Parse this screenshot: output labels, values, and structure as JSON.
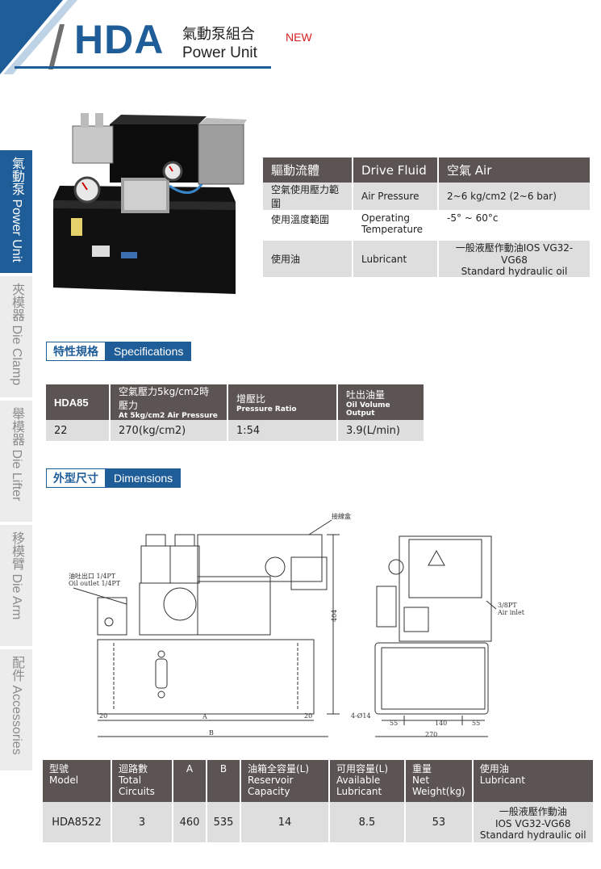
{
  "header": {
    "code": "HDA",
    "title_zh": "氣動泵組合",
    "title_en": "Power Unit",
    "badge": "NEW",
    "accent_color": "#1f5d99",
    "badge_color": "#d62020"
  },
  "side_tabs": [
    {
      "label": "氣動泵 Power Unit",
      "active": true
    },
    {
      "label": "夾模器 Die Clamp",
      "active": false
    },
    {
      "label": "舉模器 Die Lifter",
      "active": false
    },
    {
      "label": "移模臂 Die Arm",
      "active": false
    },
    {
      "label": "配件 Accessories",
      "active": false
    }
  ],
  "fluid_table": {
    "header": [
      "驅動流體",
      "Drive Fluid",
      "空氣 Air"
    ],
    "rows": [
      {
        "zh": "空氣使用壓力範圍",
        "en": "Air Pressure",
        "value": "2~6 kg/cm2 (2~6 bar)"
      },
      {
        "zh": "使用溫度範圍",
        "en_1": "Operating",
        "en_2": "Temperature",
        "value": "-5° ~ 60°c"
      },
      {
        "zh": "使用油",
        "en": "Lubricant",
        "value_1": "一般液壓作動油IOS VG32-VG68",
        "value_2": "Standard hydraulic oil"
      }
    ]
  },
  "spec_section": {
    "zh": "特性規格",
    "en": "Specifications"
  },
  "spec_table": {
    "h1": "HDA85",
    "h2_zh": "空氣壓力5kg/cm2時壓力",
    "h2_en": "At 5kg/cm2 Air Pressure",
    "h3_zh": "增壓比",
    "h3_en": "Pressure Ratio",
    "h4_zh": "吐出油量",
    "h4_en": "Oil Volume Output",
    "values": [
      "22",
      "270(kg/cm2)",
      "1:54",
      "3.9(L/min)"
    ]
  },
  "dim_section": {
    "zh": "外型尺寸",
    "en": "Dimensions"
  },
  "drawing": {
    "junction_box": "接線盒",
    "oil_outlet_zh": "油吐出口 1/4PT",
    "oil_outlet_en": "Oil outlet 1/4PT",
    "height": "404",
    "left_margin": "20",
    "label_a": "A",
    "right_margin": "20",
    "label_b": "B",
    "holes": "4-Ø14",
    "air_inlet_size": "3/8PT",
    "air_inlet": "Air inlet",
    "dim_55a": "55",
    "dim_140": "140",
    "dim_55b": "55",
    "dim_270": "270"
  },
  "model_table": {
    "headers": [
      {
        "l1": "型號",
        "l2": "Model",
        "l3": ""
      },
      {
        "l1": "迴路數",
        "l2": "Total",
        "l3": "Circuits"
      },
      {
        "l1": "A",
        "l2": "",
        "l3": ""
      },
      {
        "l1": "B",
        "l2": "",
        "l3": ""
      },
      {
        "l1": "油箱全容量(L)",
        "l2": "Reservoir",
        "l3": "Capacity"
      },
      {
        "l1": "可用容量(L)",
        "l2": "Available",
        "l3": "Lubricant"
      },
      {
        "l1": "重量",
        "l2": "Net",
        "l3": "Weight(kg)"
      },
      {
        "l1": "使用油",
        "l2": "Lubricant",
        "l3": ""
      }
    ],
    "row": {
      "model": "HDA8522",
      "circuits": "3",
      "a": "460",
      "b": "535",
      "reservoir": "14",
      "available": "8.5",
      "weight": "53",
      "lube_1": "一般液壓作動油",
      "lube_2": "IOS VG32-VG68",
      "lube_3": "Standard hydraulic oil"
    }
  }
}
